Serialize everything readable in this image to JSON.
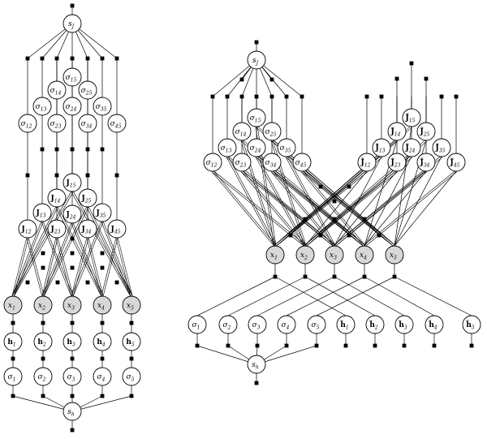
{
  "left": {
    "top": "s",
    "top_sub": "J",
    "sigma_pairs": [
      [
        "σ",
        "12"
      ],
      [
        "σ",
        "13"
      ],
      [
        "σ",
        "14"
      ],
      [
        "σ",
        "15"
      ],
      [
        "σ",
        "23"
      ],
      [
        "σ",
        "24"
      ],
      [
        "σ",
        "25"
      ],
      [
        "σ",
        "34"
      ],
      [
        "σ",
        "35"
      ],
      [
        "σ",
        "45"
      ]
    ],
    "j_pairs": [
      [
        "J",
        "12"
      ],
      [
        "J",
        "13"
      ],
      [
        "J",
        "14"
      ],
      [
        "J",
        "15"
      ],
      [
        "J",
        "23"
      ],
      [
        "J",
        "24"
      ],
      [
        "J",
        "25"
      ],
      [
        "J",
        "34"
      ],
      [
        "J",
        "35"
      ],
      [
        "J",
        "45"
      ]
    ],
    "x_nodes": [
      [
        "x",
        "1"
      ],
      [
        "x",
        "2"
      ],
      [
        "x",
        "3"
      ],
      [
        "x",
        "4"
      ],
      [
        "x",
        "5"
      ]
    ],
    "h_nodes": [
      [
        "h",
        "1"
      ],
      [
        "h",
        "2"
      ],
      [
        "h",
        "3"
      ],
      [
        "h",
        "4"
      ],
      [
        "h",
        "5"
      ]
    ],
    "sigma_nodes": [
      [
        "σ",
        "1"
      ],
      [
        "σ",
        "2"
      ],
      [
        "σ",
        "3"
      ],
      [
        "σ",
        "4"
      ],
      [
        "σ",
        "5"
      ]
    ],
    "bottom": "s",
    "bottom_sub": "h"
  },
  "right": {
    "top": "s",
    "top_sub": "J",
    "sigma_pairs": [
      [
        "σ",
        "12"
      ],
      [
        "σ",
        "13"
      ],
      [
        "σ",
        "14"
      ],
      [
        "σ",
        "15"
      ],
      [
        "σ",
        "23"
      ],
      [
        "σ",
        "24"
      ],
      [
        "σ",
        "25"
      ],
      [
        "σ",
        "34"
      ],
      [
        "σ",
        "35"
      ],
      [
        "σ",
        "45"
      ]
    ],
    "jt_pairs": [
      [
        "J̃",
        "12"
      ],
      [
        "J̃",
        "13"
      ],
      [
        "J̃",
        "14"
      ],
      [
        "J̃",
        "15"
      ],
      [
        "J̃",
        "23"
      ],
      [
        "J̃",
        "24"
      ],
      [
        "J̃",
        "25"
      ],
      [
        "J̃",
        "34"
      ],
      [
        "J̃",
        "35"
      ],
      [
        "J̃",
        "45"
      ]
    ],
    "x_nodes": [
      [
        "x",
        "1"
      ],
      [
        "x",
        "2"
      ],
      [
        "x",
        "3"
      ],
      [
        "x",
        "4"
      ],
      [
        "x",
        "5"
      ]
    ],
    "sigma_nodes": [
      [
        "σ",
        "1"
      ],
      [
        "σ",
        "2"
      ],
      [
        "σ",
        "3"
      ],
      [
        "σ",
        "4"
      ],
      [
        "σ",
        "5"
      ]
    ],
    "ht_nodes": [
      [
        "h̃",
        "1"
      ],
      [
        "h̃",
        "2"
      ],
      [
        "h̃",
        "3"
      ],
      [
        "h̃",
        "4"
      ],
      [
        "h̃",
        "5"
      ]
    ],
    "bottom": "s",
    "bottom_sub": "h"
  }
}
